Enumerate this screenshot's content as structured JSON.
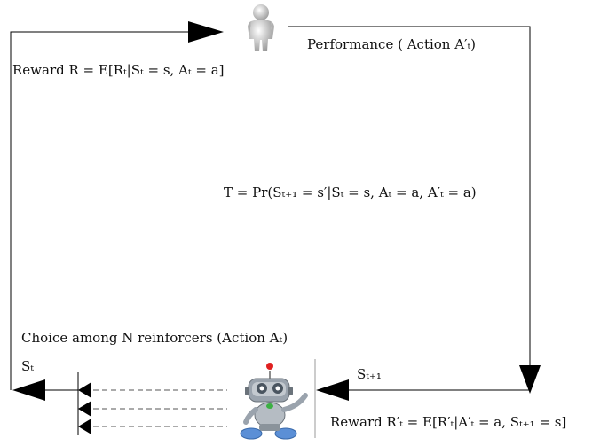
{
  "labels": {
    "performance": "Performance ( Action A′ₜ)",
    "reward": "Reward R = E[Rₜ|Sₜ = s, Aₜ = a]",
    "transition": "T = Pr(Sₜ₊₁ = s′|Sₜ = s, Aₜ = a, A′ₜ = a)",
    "choice": "Choice among N reinforcers (Action Aₜ)",
    "state_t": "Sₜ",
    "state_t1": "Sₜ₊₁",
    "reward_prime": "Reward R′ₜ = E[R′ₜ|A′ₜ = a, Sₜ₊₁ = s]"
  },
  "icons": {
    "human": "human-figure-icon",
    "robot": "robot-icon"
  },
  "colors": {
    "line": "#000000",
    "robot_body": "#9aa3ad",
    "robot_feet": "#5b8fd6",
    "robot_eye": "#4a5560",
    "robot_antenna": "#e02020",
    "robot_chest": "#3cb043"
  }
}
